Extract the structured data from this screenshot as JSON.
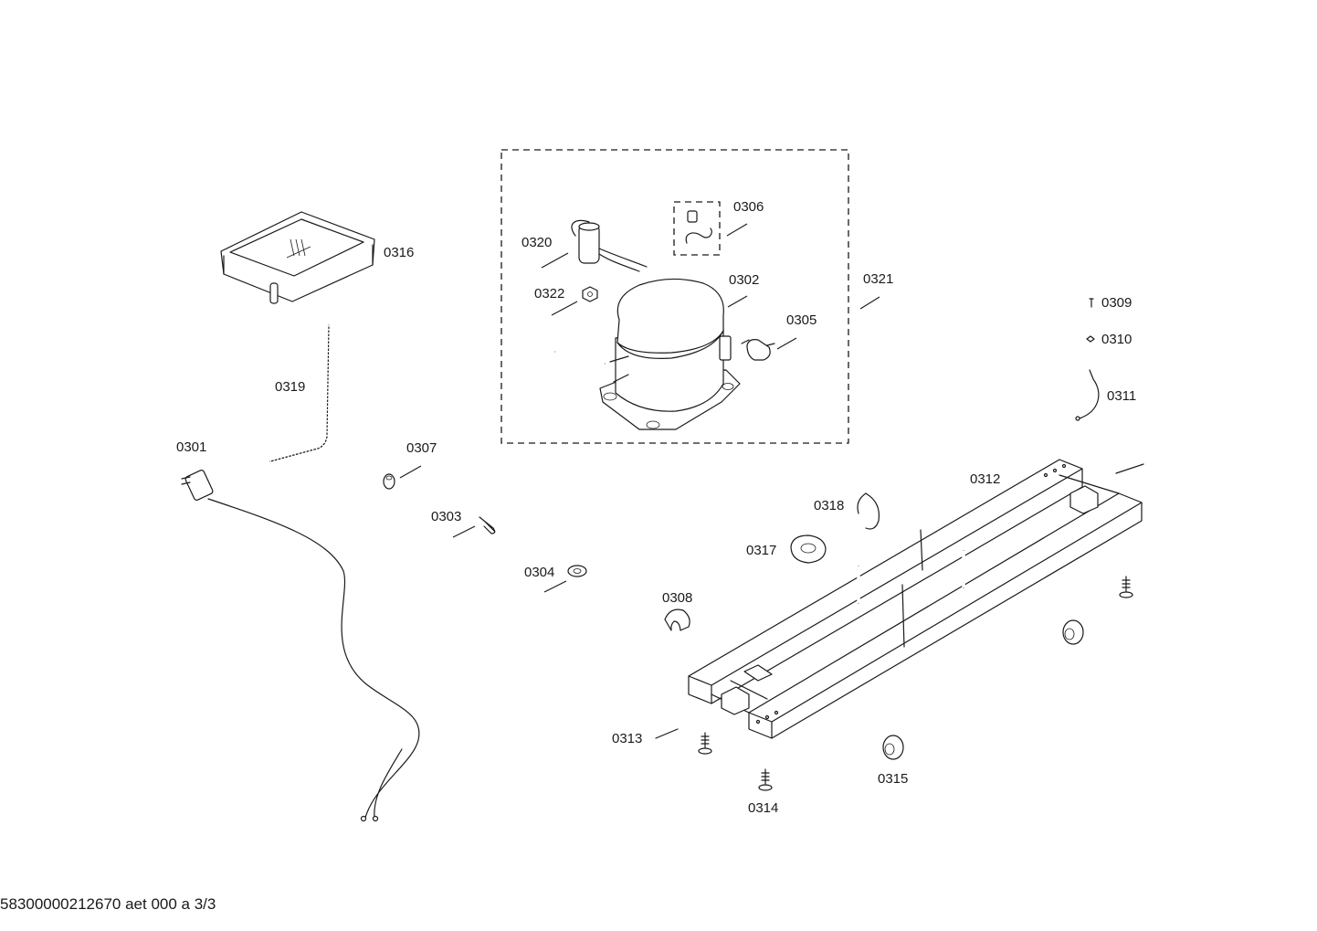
{
  "labels": {
    "p0301": "0301",
    "p0302": "0302",
    "p0303": "0303",
    "p0304": "0304",
    "p0305": "0305",
    "p0306": "0306",
    "p0307": "0307",
    "p0308": "0308",
    "p0309": "0309",
    "p0310": "0310",
    "p0311": "0311",
    "p0312": "0312",
    "p0313": "0313",
    "p0314": "0314",
    "p0315": "0315",
    "p0316": "0316",
    "p0317": "0317",
    "p0318": "0318",
    "p0319": "0319",
    "p0320": "0320",
    "p0321": "0321",
    "p0322": "0322"
  },
  "footer": {
    "document_id": "58300000212670 aet 000 a 3/3"
  }
}
